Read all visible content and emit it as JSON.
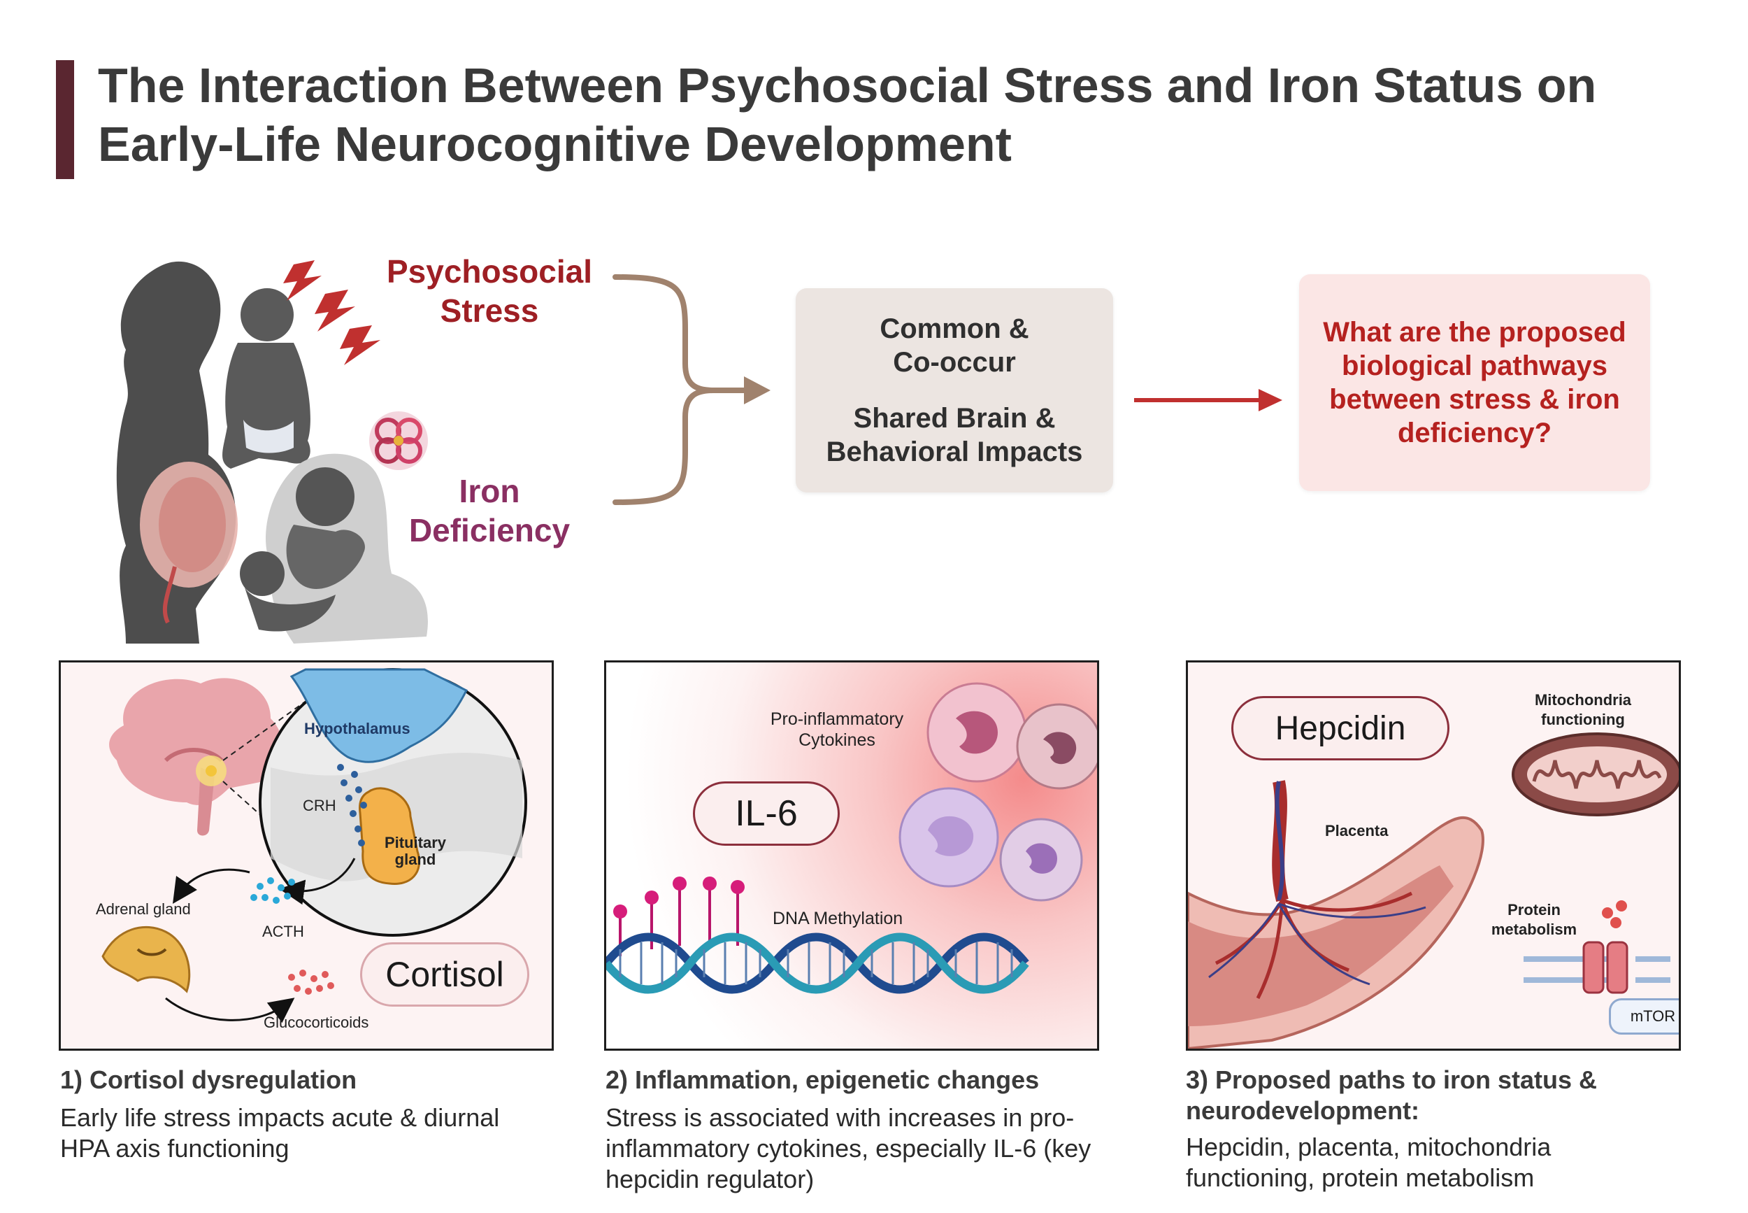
{
  "title": "The Interaction Between Psychosocial Stress and Iron Status on Early-Life Neurocognitive Development",
  "top": {
    "stress_label_line1": "Psychosocial",
    "stress_label_line2": "Stress",
    "iron_label_line1": "Iron",
    "iron_label_line2": "Deficiency",
    "common_box": {
      "line1": "Common &",
      "line2": "Co-occur",
      "line3": "Shared Brain &",
      "line4": "Behavioral Impacts"
    },
    "question_box": {
      "text": "What are the proposed biological pathways between stress & iron deficiency?"
    }
  },
  "panels": [
    {
      "labels": {
        "hypothalamus": "Hypothalamus",
        "crh": "CRH",
        "pituitary_line1": "Pituitary",
        "pituitary_line2": "gland",
        "adrenal": "Adrenal gland",
        "acth": "ACTH",
        "glucocorticoids": "Glucocorticoids",
        "cortisol": "Cortisol"
      },
      "caption_title": "1) Cortisol dysregulation",
      "caption_body": "Early life stress impacts acute & diurnal HPA axis functioning"
    },
    {
      "labels": {
        "cytokines_line1": "Pro-inflammatory",
        "cytokines_line2": "Cytokines",
        "il6": "IL-6",
        "dna_methylation": "DNA Methylation"
      },
      "caption_title": "2) Inflammation, epigenetic changes",
      "caption_body": "Stress is associated with increases in pro-inflammatory cytokines, especially IL-6 (key hepcidin regulator)"
    },
    {
      "labels": {
        "hepcidin": "Hepcidin",
        "mito_line1": "Mitochondria",
        "mito_line2": "functioning",
        "placenta": "Placenta",
        "protein_line1": "Protein",
        "protein_line2": "metabolism",
        "mtor": "mTOR"
      },
      "caption_title": "3) Proposed paths to iron status & neurodevelopment:",
      "caption_body": "Hepcidin, placenta, mitochondria functioning, protein metabolism"
    }
  ],
  "colors": {
    "title_bar": "#5a2630",
    "stress_red": "#9e1f24",
    "iron_purple": "#8a2f62",
    "question_red": "#b5211f",
    "arrow_red": "#c0302f",
    "bracket_brown": "#a0826d"
  },
  "icons": [
    "pregnant-woman-icon",
    "baby-icon",
    "breastfeeding-mother-icon",
    "lightning-bolt-icon",
    "ferritin-icon",
    "brain-icon",
    "adrenal-gland-icon",
    "immune-cell-icon",
    "dna-icon",
    "mitochondria-icon",
    "placenta-icon",
    "membrane-channel-icon"
  ]
}
